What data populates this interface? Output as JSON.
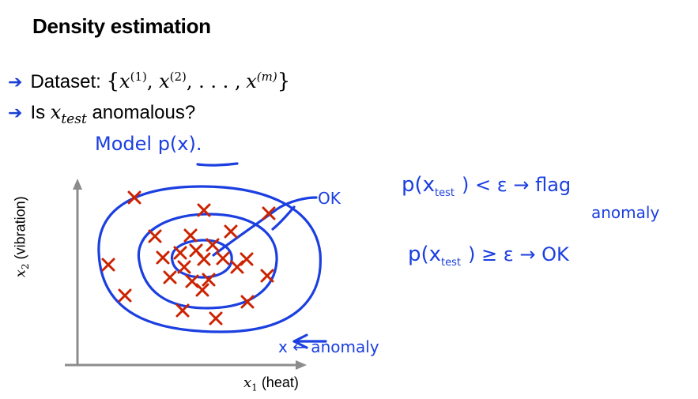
{
  "title": "Density estimation",
  "bullets": [
    {
      "prefix": "Dataset:",
      "expr_open": "{",
      "x": "x",
      "sup1": "(1)",
      "sup2": "(2)",
      "dots": ", . . . ,",
      "supm": "(m)",
      "expr_close": "}"
    },
    {
      "prefix": "Is",
      "var": "x",
      "sub": "test",
      "suffix": "anomalous?"
    }
  ],
  "axes": {
    "x_label_var": "x",
    "x_label_sub": "1",
    "x_label_text": "(heat)",
    "y_label_var": "x",
    "y_label_sub": "2",
    "y_label_text": "(vibration)"
  },
  "handwritten": {
    "model": "Model  p(x).",
    "ok_label": "OK",
    "rule1_left": "p(x",
    "rule1_sub": "test",
    "rule1_right": ") < ε  →  flag",
    "rule1_second": "anomaly",
    "rule2_left": "p(x",
    "rule2_sub": "test",
    "rule2_right": ") ≥ ε  →  OK",
    "anomaly_note": "x ← anomaly"
  },
  "colors": {
    "ink": "#1b3fe0",
    "cross": "#cc2200",
    "axis": "#8c8c8c"
  }
}
